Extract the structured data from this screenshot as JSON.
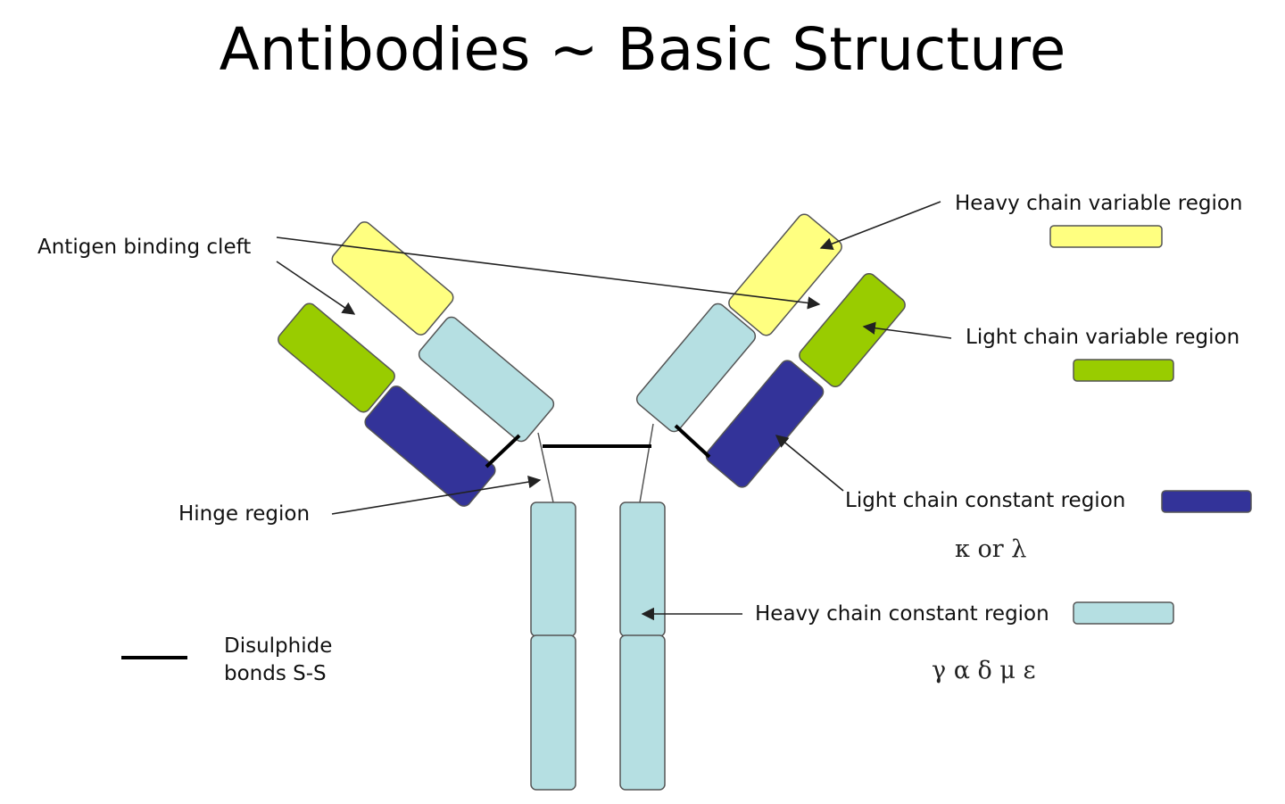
{
  "title": "Antibodies ~ Basic Structure",
  "labels": {
    "antigen_binding_cleft": "Antigen binding cleft",
    "heavy_chain_variable": "Heavy chain variable region",
    "light_chain_variable": "Light chain variable region",
    "light_chain_constant": "Light chain constant region",
    "light_chain_types": "κ  or  λ",
    "heavy_chain_constant": "Heavy chain constant region",
    "heavy_chain_types": "γ α δ μ ε",
    "hinge_region": "Hinge region",
    "disulphide_line1": "Disulphide",
    "disulphide_line2": "bonds S-S"
  },
  "colors": {
    "heavy_variable": "#ffff80",
    "heavy_constant": "#b5dfe2",
    "light_variable": "#99cc00",
    "light_constant": "#333399",
    "disulphide_bond": "#000000"
  }
}
